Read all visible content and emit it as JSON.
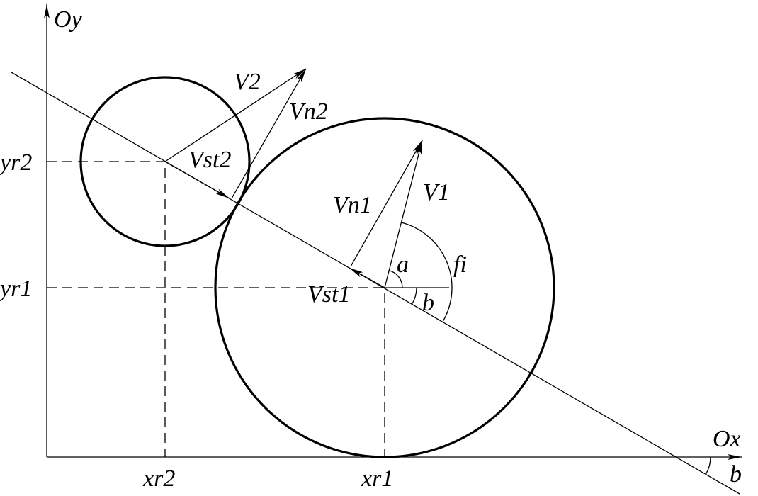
{
  "axes": {
    "x_label": "Ox",
    "y_label": "Oy"
  },
  "ticks": {
    "xr1": "xr1",
    "xr2": "xr2",
    "yr1": "yr1",
    "yr2": "yr2"
  },
  "vectors": {
    "v1": "V1",
    "vn1": "Vn1",
    "vst1": "Vst1",
    "v2": "V2",
    "vn2": "Vn2",
    "vst2": "Vst2"
  },
  "angles": {
    "a": "a",
    "b": "b",
    "fi": "fi",
    "b_axis": "b"
  }
}
